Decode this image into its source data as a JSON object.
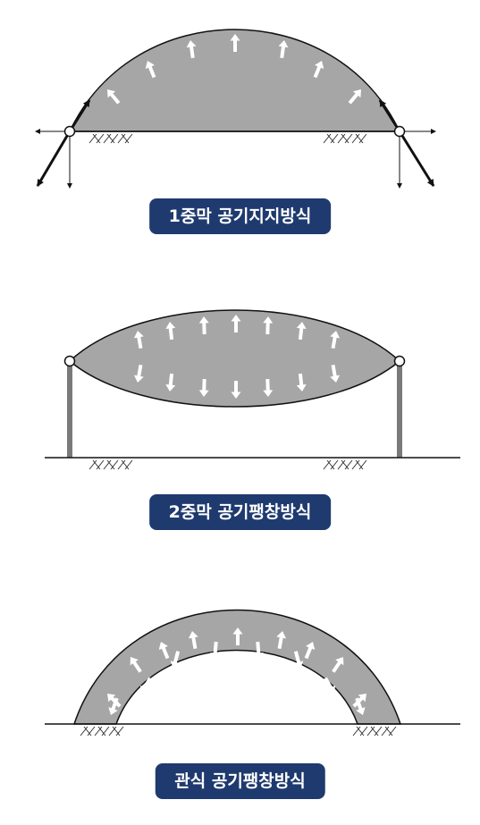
{
  "labels": {
    "single_membrane": "1중막 공기지지방식",
    "double_membrane": "2중막 공기팽창방식",
    "tube_type": "관식 공기팽창방식"
  },
  "colors": {
    "membrane_fill": "#a6a6a6",
    "outline": "#111111",
    "arrow": "#ffffff",
    "label_bg": "#1f3a6e",
    "label_text": "#ffffff",
    "column": "#7a7a7a"
  }
}
